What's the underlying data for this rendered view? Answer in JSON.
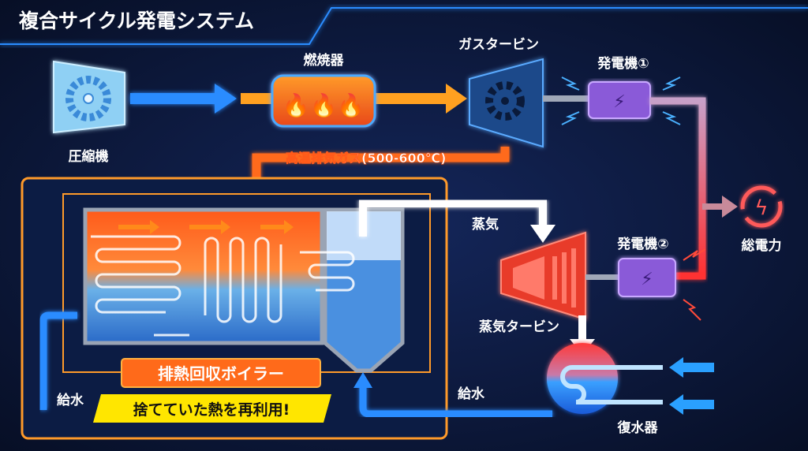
{
  "title": "複合サイクル発電システム",
  "components": {
    "compressor": "圧縮機",
    "combustor": "燃焼器",
    "gas_turbine": "ガスタービン",
    "generator_1": "発電機①",
    "total_power": "総電力",
    "exhaust_gas": "高温排気ガス(500-600℃)",
    "steam": "蒸気",
    "generator_2": "発電機②",
    "steam_turbine": "蒸気タービン",
    "feed_water_right": "給水",
    "condenser": "復水器",
    "feed_water_left": "給水",
    "hrsg": "排熱回収ボイラー",
    "hrsg_note": "捨てていた熱を再利用!"
  },
  "colors": {
    "background": "#0a1530",
    "air": "#2f8fe8",
    "hot": "#ff7a1a",
    "steam": "#ffffff",
    "power": "#ff4040",
    "generator": "#8a5ad8",
    "note": "#ffe600"
  }
}
